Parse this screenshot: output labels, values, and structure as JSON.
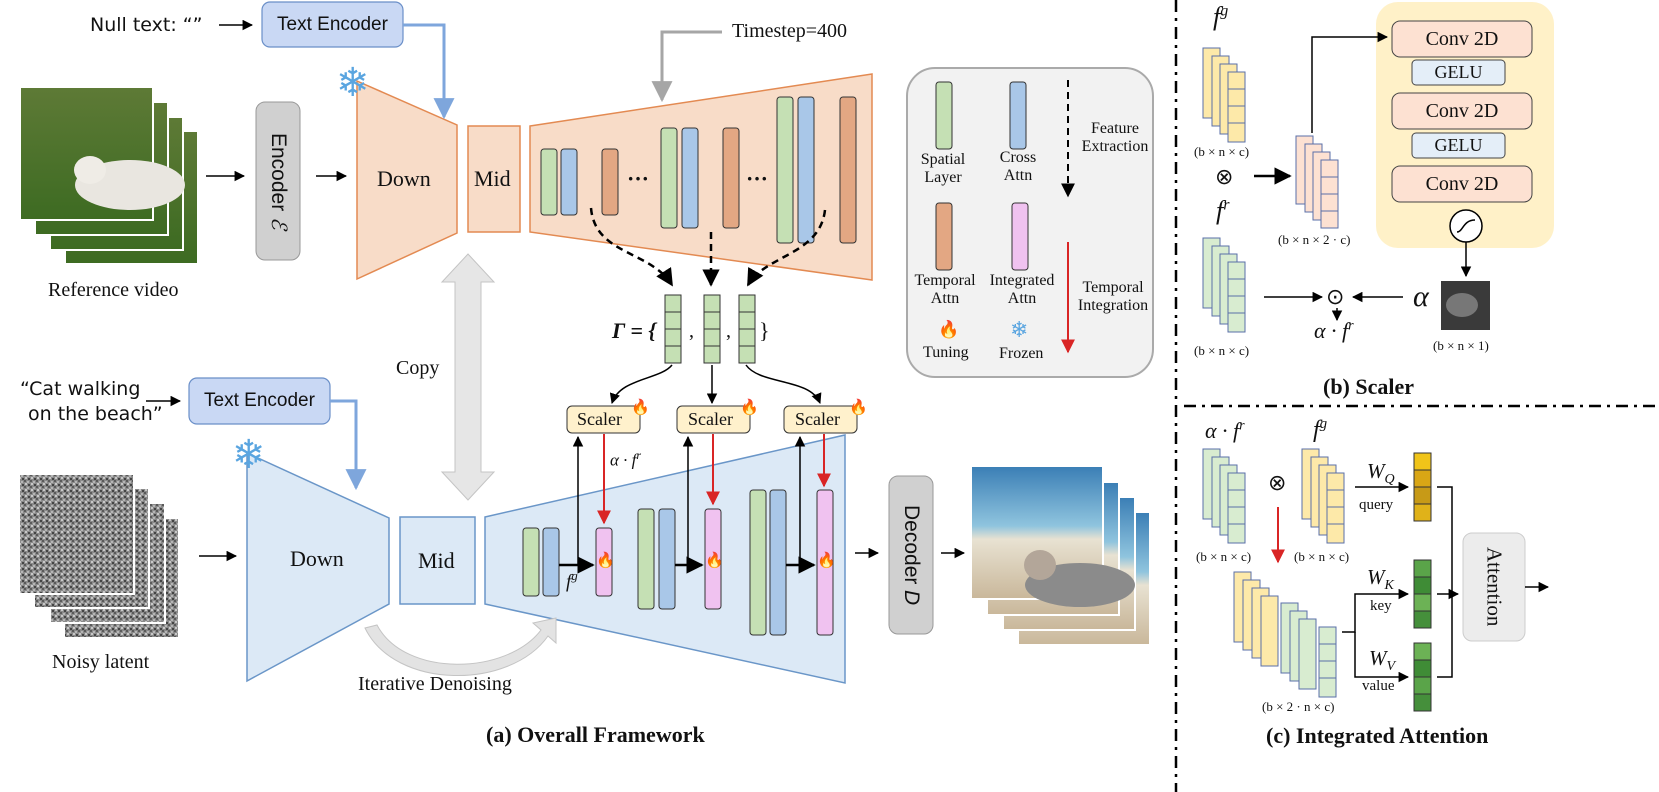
{
  "panel_a": {
    "null_text": "Null text: “”",
    "text_encoder_top": "Text Encoder",
    "text_encoder_bottom": "Text Encoder",
    "prompt_line1": "“Cat walking",
    "prompt_line2": "on the beach”",
    "reference_video": "Reference video",
    "noisy_latent": "Noisy latent",
    "encoder": "Encoder",
    "encoder_symbol": "ℰ",
    "decoder": "Decoder",
    "decoder_symbol": "D",
    "down_top": "Down",
    "down_bottom": "Down",
    "mid_top": "Mid",
    "mid_bottom": "Mid",
    "timestep": "Timestep=400",
    "copy": "Copy",
    "iterative_denoising": "Iterative Denoising",
    "dots": "···",
    "gamma_set": "Γ = {",
    "comma": ",",
    "close_brace": "}",
    "scaler": "Scaler",
    "alpha_fr": "α · f",
    "alpha_fr_sup": "r",
    "fg": "f",
    "fg_sup": "g",
    "caption": "(a) Overall Framework"
  },
  "legend": {
    "spatial": "Spatial\nLayer",
    "cross": "Cross\nAttn",
    "temporal": "Temporal\nAttn",
    "integrated": "Integrated\nAttn",
    "feature_extraction": "Feature\nExtraction",
    "temporal_integration": "Temporal\nIntegration",
    "tuning": "Tuning",
    "frozen": "Frozen"
  },
  "panel_b": {
    "fg": "f",
    "fg_sup": "g",
    "fr": "f",
    "fr_sup": "r",
    "dim_bnc_1": "(b × n × c)",
    "dim_bn2c": "(b × n × 2 · c)",
    "dim_bnc_2": "(b × n × c)",
    "dim_bn1": "(b × n × 1)",
    "conv1": "Conv 2D",
    "gelu1": "GELU",
    "conv2": "Conv 2D",
    "gelu2": "GELU",
    "conv3": "Conv 2D",
    "alpha": "α",
    "alpha_fr": "α · f",
    "alpha_fr_sup": "r",
    "caption": "(b) Scaler"
  },
  "panel_c": {
    "alpha_fr": "α · f",
    "alpha_fr_sup": "r",
    "fg": "f",
    "fg_sup": "g",
    "dim_bnc_1": "(b × n × c)",
    "dim_bnc_2": "(b × n × c)",
    "dim_b2nc": "(b × 2 · n × c)",
    "wq": "W",
    "wq_sub": "Q",
    "wk": "W",
    "wk_sub": "K",
    "wv": "W",
    "wv_sub": "V",
    "query": "query",
    "key": "key",
    "value": "value",
    "attention": "Attention",
    "caption": "(c) Integrated Attention"
  },
  "colors": {
    "spatial": "#c5e0b4",
    "cross": "#a9c7e8",
    "temporal": "#e3a783",
    "integrated": "#f0c2f0",
    "encoder_box": "#d0d0d0",
    "text_encoder": "#c9d8f4",
    "down_top_fill": "#f8dcc8",
    "down_bottom_fill": "#dce9f6",
    "scaler_fill": "#fff1cc",
    "conv_fill": "#fde1d2",
    "gelu_fill": "#e4eef8",
    "scaler_panel_bg": "#fff1c8",
    "red_arrow": "#d92525"
  },
  "icons": [
    "snowflake-icon",
    "flame-icon",
    "sigmoid-icon",
    "otimes-icon",
    "odot-icon"
  ]
}
